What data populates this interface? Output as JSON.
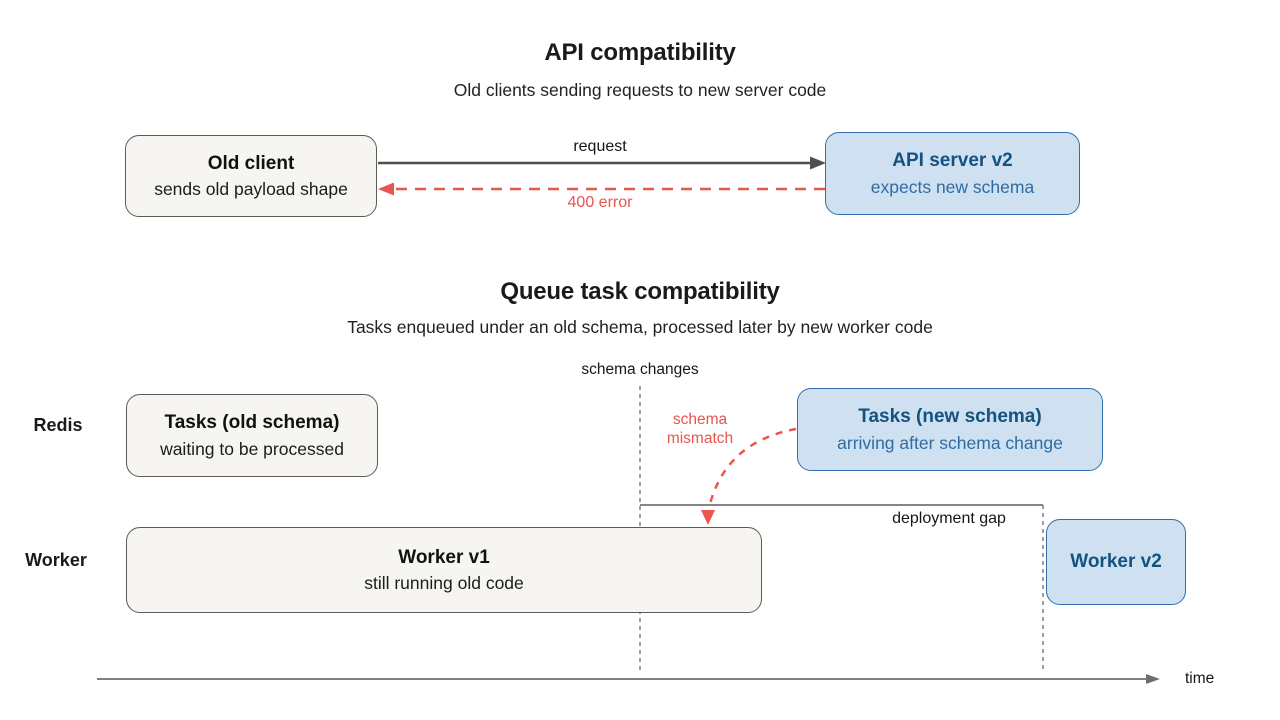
{
  "colors": {
    "blue_box_fill": "#cfe0f1",
    "blue_box_border": "#2f6fad",
    "blue_heading_text": "#14527f",
    "blue_body_text": "#2e6da4",
    "gray_box_fill": "#f6f5f2",
    "gray_box_border": "#5e5a56",
    "error_red": "#e8564e",
    "arrow_gray": "#4f4f4f",
    "timeline_gray": "#6e6e6e"
  },
  "api_section": {
    "title": "API compatibility",
    "subtitle": "Old clients sending requests to new server code",
    "old_client_box": {
      "title": "Old client",
      "subtitle": "sends old payload shape"
    },
    "api_server_box": {
      "title": "API server v2",
      "subtitle": "expects new schema"
    },
    "request_arrow_label": "request",
    "error_arrow_label": "400 error"
  },
  "queue_section": {
    "title": "Queue task compatibility",
    "subtitle": "Tasks enqueued under an old schema, processed later by new worker code",
    "schema_changes_label": "schema changes",
    "schema_mismatch_label": "schema mismatch",
    "deployment_gap_label": "deployment gap",
    "redis_row_label": "Redis",
    "worker_row_label": "Worker",
    "tasks_old_box": {
      "title": "Tasks (old schema)",
      "subtitle": "waiting to be processed"
    },
    "tasks_new_box": {
      "title": "Tasks (new schema)",
      "subtitle": "arriving after schema change"
    },
    "worker_v1_box": {
      "title": "Worker v1",
      "subtitle": "still running old code"
    },
    "worker_v2_box": {
      "title": "Worker v2"
    },
    "time_axis_label": "time"
  }
}
